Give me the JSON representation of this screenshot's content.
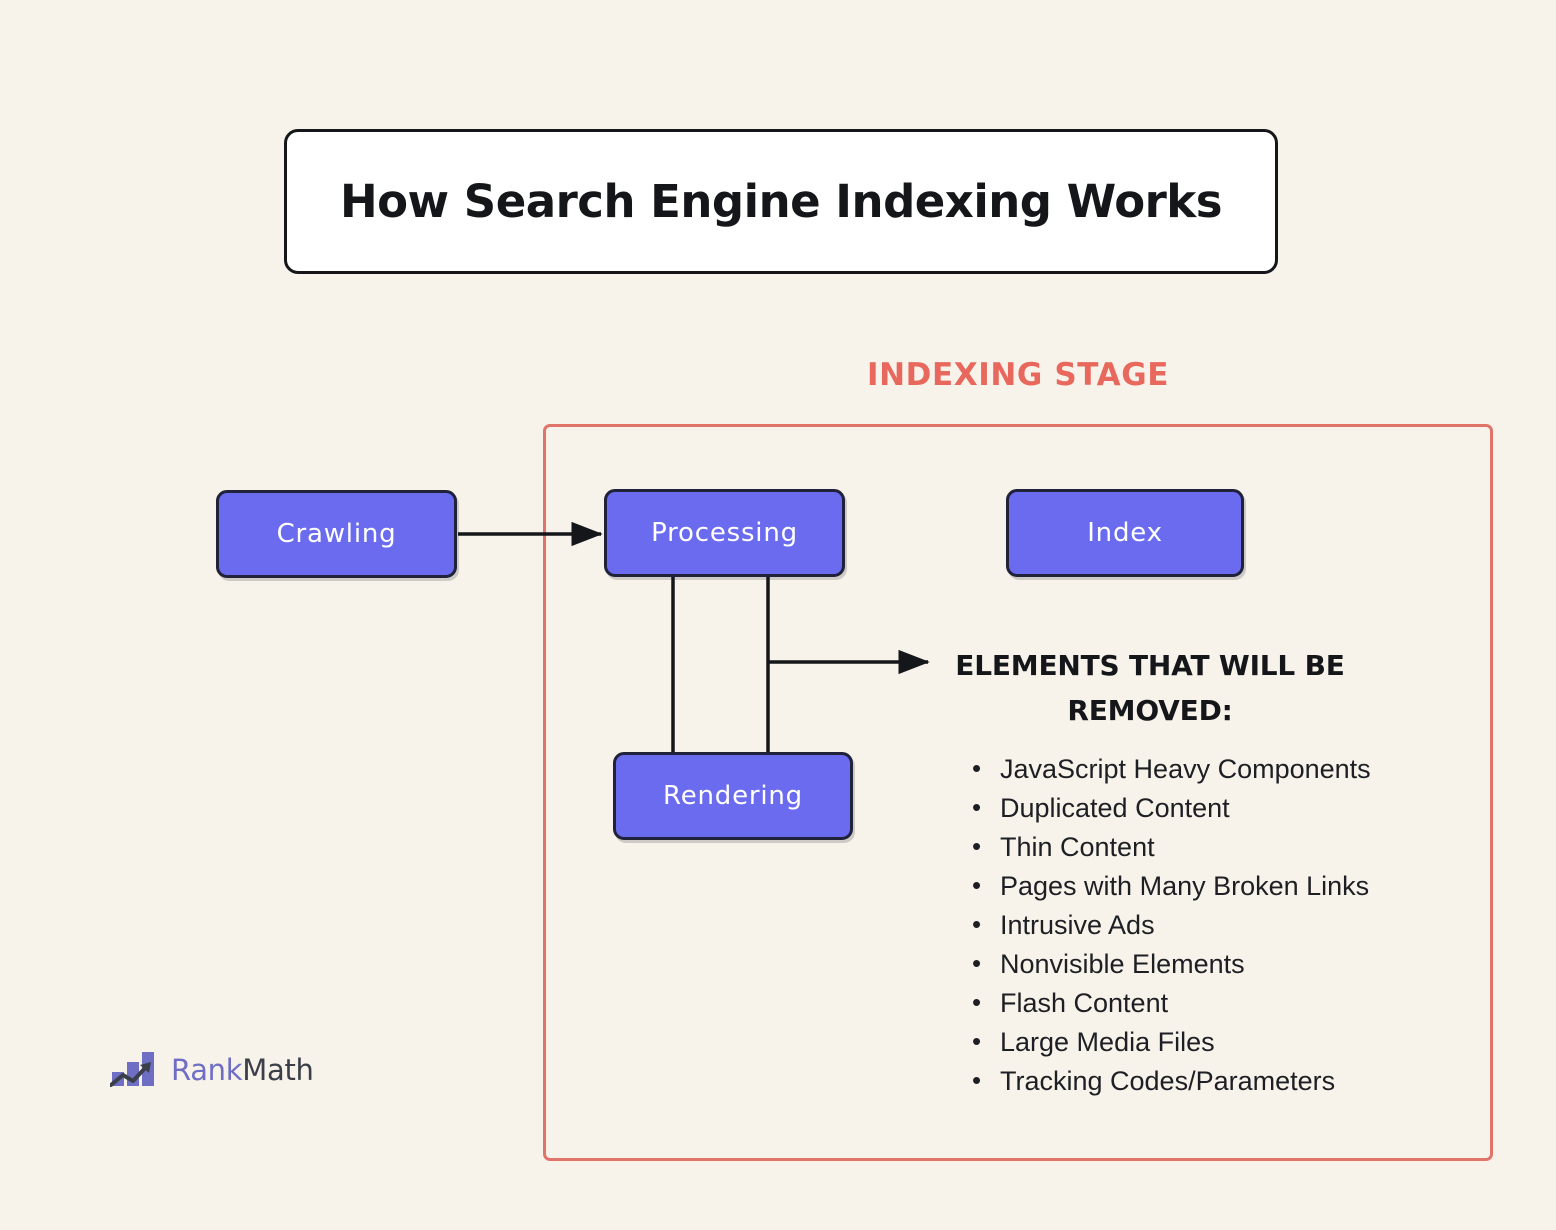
{
  "page": {
    "background_color": "#f7f3ea",
    "title": "How Search Engine Indexing Works"
  },
  "stage": {
    "label": "INDEXING STAGE",
    "label_color": "#e8685d",
    "border_color": "#e0736a"
  },
  "nodes": {
    "crawling": "Crawling",
    "processing": "Processing",
    "index": "Index",
    "rendering": "Rendering",
    "fill_color": "#6b6bf0",
    "text_color": "#ffffff",
    "border_color": "#20223a"
  },
  "removed": {
    "heading_line1": "ELEMENTS THAT WILL BE",
    "heading_line2": "REMOVED:",
    "items": [
      "JavaScript Heavy Components",
      "Duplicated Content",
      "Thin Content",
      "Pages with Many Broken Links",
      "Intrusive Ads",
      "Nonvisible Elements",
      "Flash Content",
      "Large Media Files",
      "Tracking Codes/Parameters"
    ]
  },
  "logo": {
    "brand_part1": "Rank",
    "brand_part2": "Math",
    "brand_part1_color": "#6e6ec4",
    "brand_part2_color": "#3b3f49"
  }
}
